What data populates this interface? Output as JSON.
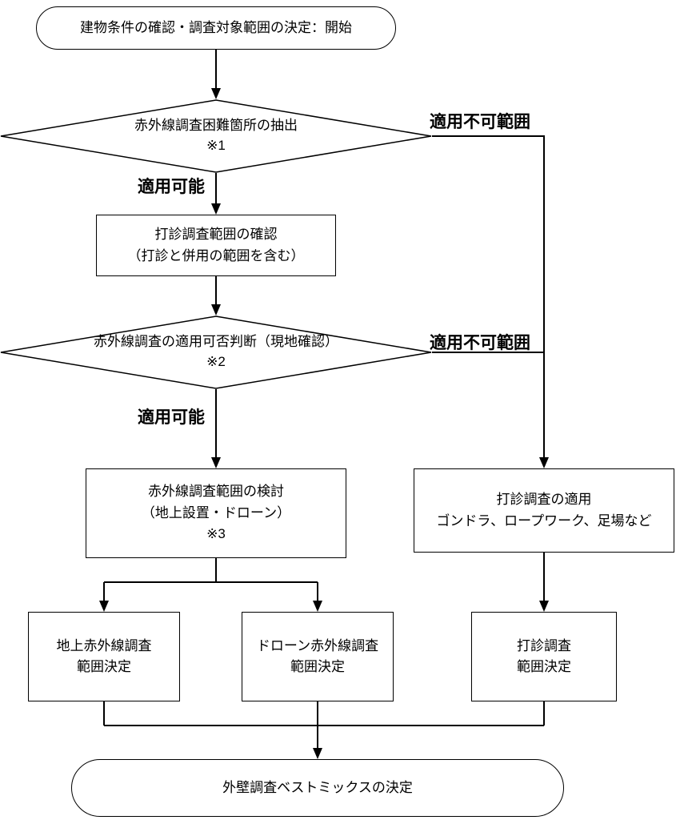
{
  "nodes": {
    "start": {
      "label": "建物条件の確認・調査対象範囲の決定：開始"
    },
    "decision1": {
      "line1": "赤外線調査困難箇所の抽出",
      "line2": "※1"
    },
    "process1": {
      "line1": "打診調査範囲の確認",
      "line2": "（打診と併用の範囲を含む）"
    },
    "decision2": {
      "line1": "赤外線調査の適用可否判断（現地確認）",
      "line2": "※2"
    },
    "process2": {
      "line1": "赤外線調査範囲の検討",
      "line2": "（地上設置・ドローン）",
      "line3": "※3"
    },
    "hammer_apply": {
      "line1": "打診調査の適用",
      "line2": "ゴンドラ、ロープワーク、足場など"
    },
    "result_ground": {
      "line1": "地上赤外線調査",
      "line2": "範囲決定"
    },
    "result_drone": {
      "line1": "ドローン赤外線調査",
      "line2": "範囲決定"
    },
    "result_hammer": {
      "line1": "打診調査",
      "line2": "範囲決定"
    },
    "end": {
      "label": "外壁調査ベストミックスの決定"
    }
  },
  "edge_labels": {
    "decision1_no": "適用不可範囲",
    "decision1_yes": "適用可能",
    "decision2_no": "適用不可範囲",
    "decision2_yes": "適用可能"
  },
  "colors": {
    "line": "#000000",
    "background": "#ffffff"
  }
}
